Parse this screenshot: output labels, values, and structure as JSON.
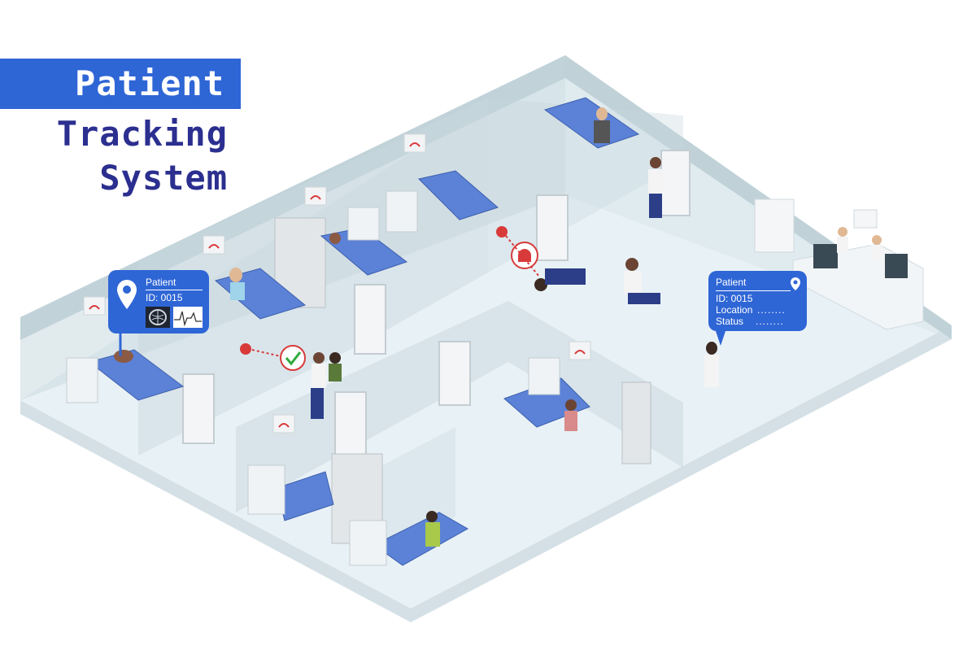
{
  "title": {
    "line1": "Patient",
    "line2": "Tracking",
    "line3": "System"
  },
  "card_left": {
    "heading": "Patient",
    "id_text": "ID: 0015",
    "icon": "map-pin-icon",
    "thumbs": [
      "brain-scan-icon",
      "ecg-waveform-icon"
    ]
  },
  "card_right": {
    "heading": "Patient",
    "id_text": "ID: 0015",
    "location_label": "Location",
    "status_label": "Status",
    "icon": "map-pin-icon"
  },
  "colors": {
    "accent": "#2f66d6",
    "title_dark": "#2b2f8f",
    "floor": "#e8f1f6",
    "wall": "#c9d9df",
    "bed": "#5b82d6",
    "alert_red": "#d83a3a",
    "ok_green": "#2fa83c"
  }
}
